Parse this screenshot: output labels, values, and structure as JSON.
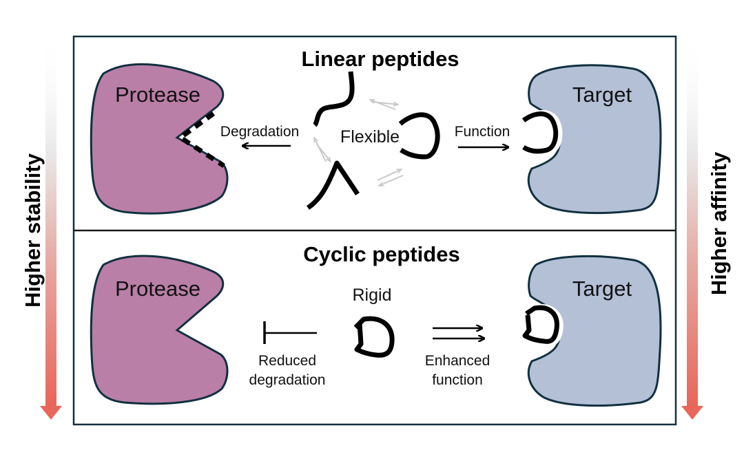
{
  "colors": {
    "protease_fill": "#b97fa7",
    "target_fill": "#b4c0d6",
    "outline": "#12303f",
    "gradient_start": "#f5f5f5",
    "gradient_end": "#e8665a",
    "equilibrium_arrow": "#c8c8c8"
  },
  "side_arrows": {
    "left": {
      "label": "Higher stability",
      "direction": "down"
    },
    "right": {
      "label": "Higher affinity",
      "direction": "down"
    }
  },
  "panels": {
    "linear": {
      "title": "Linear peptides",
      "protease_label": "Protease",
      "target_label": "Target",
      "state_label": "Flexible",
      "left_arrow_label": "Degradation",
      "right_arrow_label": "Function"
    },
    "cyclic": {
      "title": "Cyclic peptides",
      "protease_label": "Protease",
      "target_label": "Target",
      "state_label": "Rigid",
      "left_label_line1": "Reduced",
      "left_label_line2": "degradation",
      "right_label_line1": "Enhanced",
      "right_label_line2": "function"
    }
  }
}
